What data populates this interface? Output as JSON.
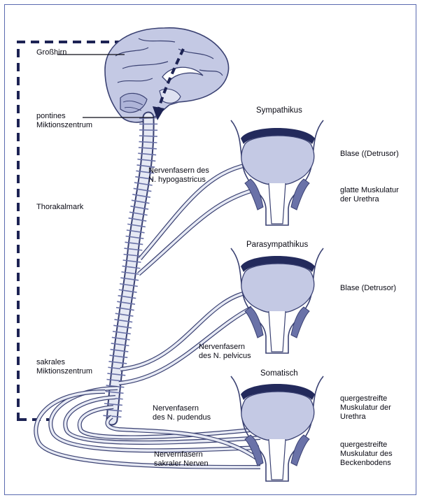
{
  "labels": {
    "grosshirn": "Großhirn",
    "pontines": [
      "pontines",
      "Miktionszentrum"
    ],
    "thorakalmark": "Thorakalmark",
    "sakrales": [
      "sakrales",
      "Miktionszentrum"
    ],
    "hypogastricus": [
      "Nervenfasern des",
      "N. hypogastricus"
    ],
    "pelvicus": [
      "Nervenfasern",
      "des N. pelvicus"
    ],
    "pudendus": [
      "Nervenfasern",
      "des N. pudendus"
    ],
    "sakraler": [
      "Nervernfasern",
      "sakraler Nerven"
    ]
  },
  "panels": {
    "sympathikus": {
      "title": "Sympathikus",
      "label1": "Blase ((Detrusor)",
      "label2": [
        "glatte Muskulatur",
        "der Urethra"
      ]
    },
    "parasympathikus": {
      "title": "Parasympathikus",
      "label1": "Blase (Detrusor)"
    },
    "somatisch": {
      "title": "Somatisch",
      "label1": [
        "quergestreifte",
        "Muskulatur der",
        "Urethra"
      ],
      "label2": [
        "quergestreifte",
        "Muskulatur des",
        "Beckenbodens"
      ]
    }
  },
  "colors": {
    "line": "#3a4172",
    "fill": "#c4c9e4",
    "dark": "#232a5c",
    "nerve": "#e6e9f4",
    "dash": "#1d2354"
  }
}
